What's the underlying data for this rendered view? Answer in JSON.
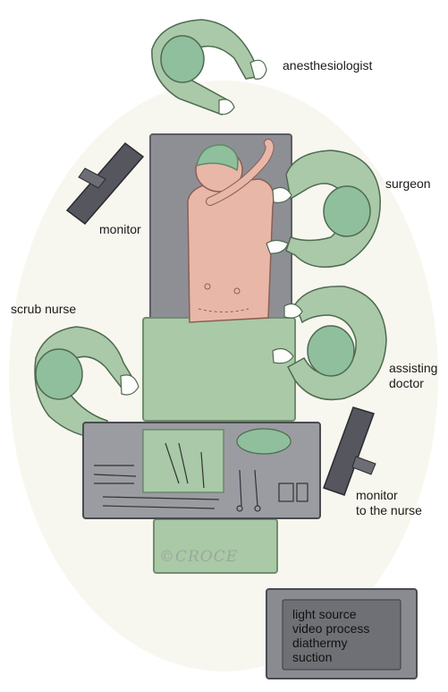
{
  "labels": {
    "anesthesiologist": "anesthesiologist",
    "surgeon": "surgeon",
    "monitor": "monitor",
    "scrub_nurse": "scrub nurse",
    "assisting_doctor_line1": "assisting",
    "assisting_doctor_line2": "doctor",
    "monitor_nurse_line1": "monitor",
    "monitor_nurse_line2": "to the nurse"
  },
  "cart": {
    "line1": "light source",
    "line2": "video process",
    "line3": "diathermy",
    "line4": "suction"
  },
  "signature": "©CROCE",
  "colors": {
    "gown": "#a9c9a8",
    "gown_dark": "#7fa680",
    "cap": "#8fbf9d",
    "drape": "#a7c8a5",
    "table": "#8a8b90",
    "monitor": "#55565e",
    "skin": "#e8b7a7",
    "cart": "#6f7075"
  }
}
